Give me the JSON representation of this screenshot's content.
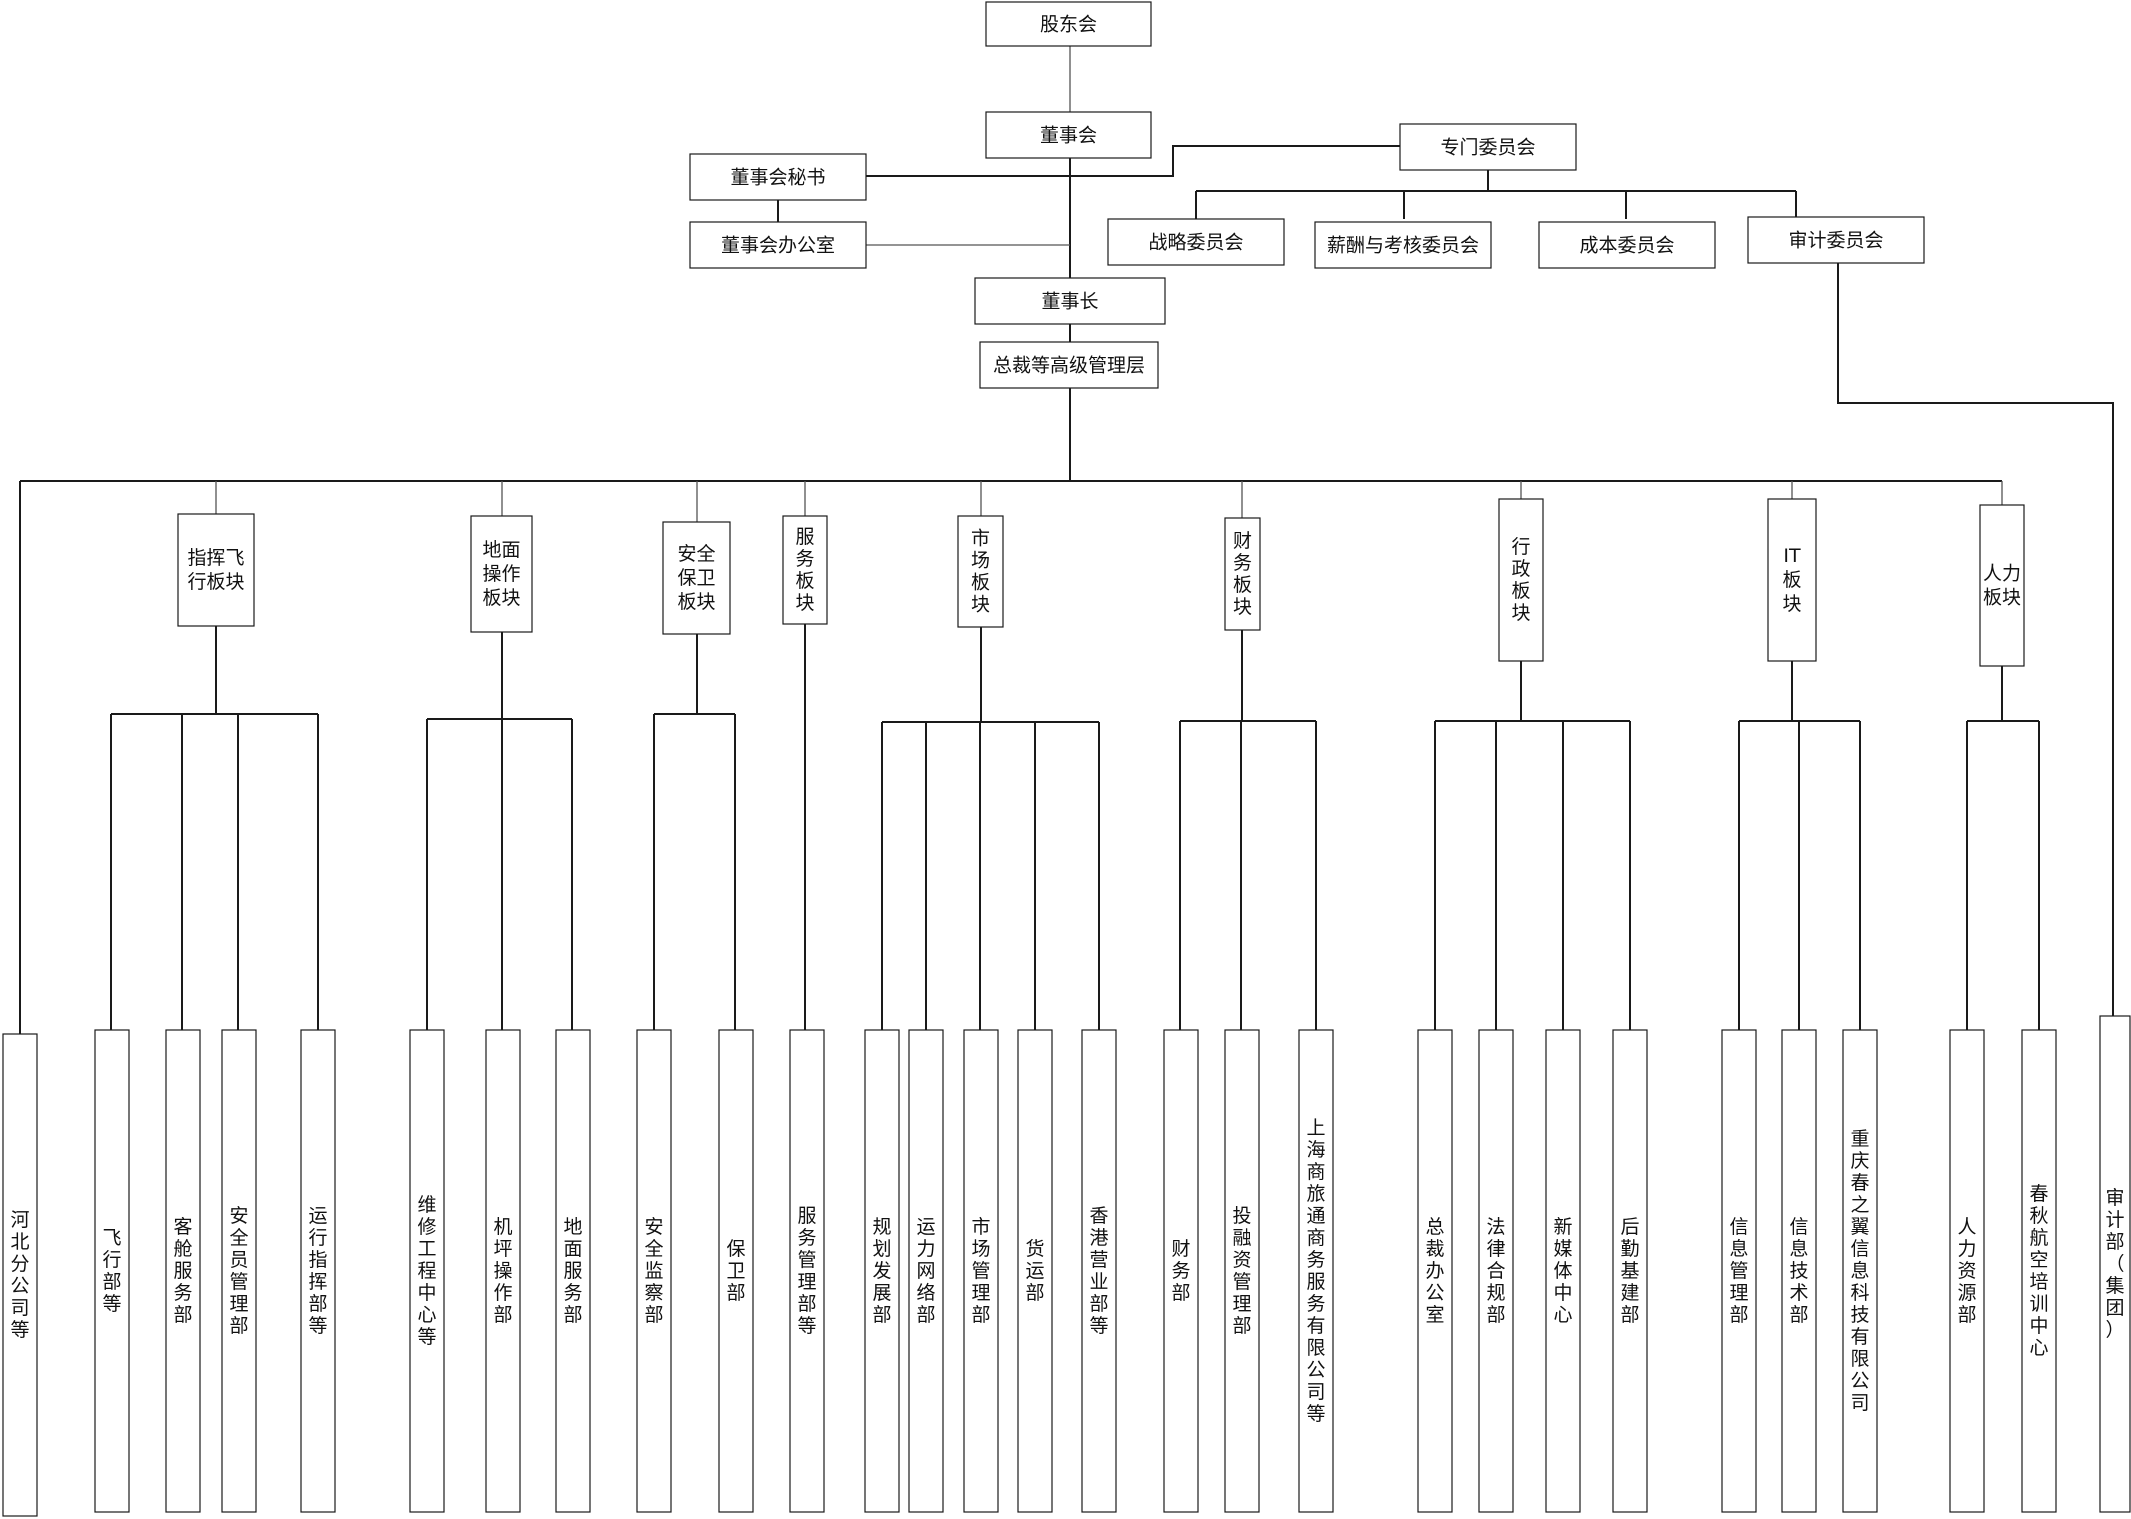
{
  "top": {
    "shareholders": "股东会",
    "board": "董事会",
    "board_secretary": "董事会秘书",
    "board_office": "董事会办公室",
    "chairman": "董事长",
    "senior_management": "总裁等高级管理层"
  },
  "committees": {
    "group": "专门委员会",
    "strategy": "战略委员会",
    "compensation": "薪酬与考核委员会",
    "cost": "成本委员会",
    "audit": "审计委员会"
  },
  "sectors": {
    "flight_command": "指挥飞行板块",
    "ground_ops": "地面操作板块",
    "security": "安全保卫板块",
    "service": "服务板块",
    "market": "市场板块",
    "finance": "财务板块",
    "admin": "行政板块",
    "it": "IT板块",
    "hr": "人力板块"
  },
  "departments": {
    "hebei_branch": "河北分公司等",
    "flight_dept": "飞行部等",
    "cabin_service": "客舱服务部",
    "safety_mgmt": "安全员管理部",
    "ops_command": "运行指挥部等",
    "maintenance": "维修工程中心等",
    "apron_ops": "机坪操作部",
    "ground_service": "地面服务部",
    "safety_supervision": "安全监察部",
    "security_dept": "保卫部",
    "service_mgmt": "服务管理部等",
    "planning": "规划发展部",
    "network": "运力网络部",
    "market_mgmt": "市场管理部",
    "cargo": "货运部",
    "hongkong_sales": "香港营业部等",
    "finance_dept": "财务部",
    "investment": "投融资管理部",
    "shanghai_travel": "上海商旅通商务服务有限公司等",
    "president_office": "总裁办公室",
    "legal": "法律合规部",
    "new_media": "新媒体中心",
    "logistics": "后勤基建部",
    "info_mgmt": "信息管理部",
    "info_tech": "信息技术部",
    "chongqing_tech": "重庆春之翼信息科技有限公司",
    "hr_dept": "人力资源部",
    "training": "春秋航空培训中心",
    "audit_dept": "审计部（集团）"
  }
}
